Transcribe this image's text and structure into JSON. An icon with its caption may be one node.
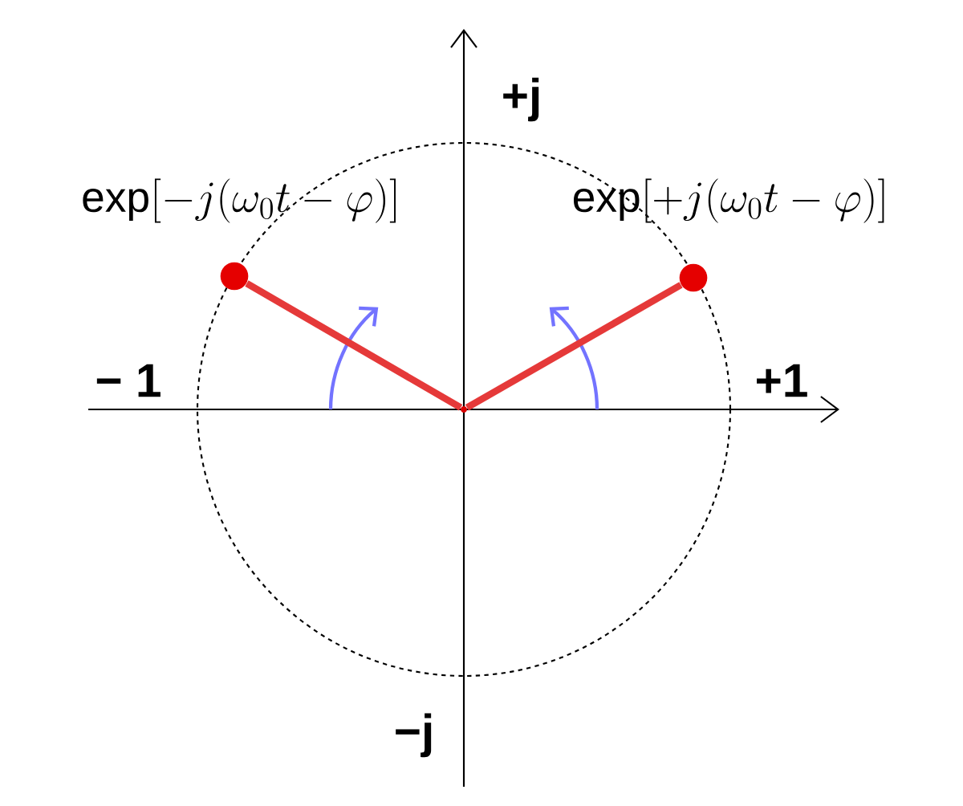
{
  "diagram": {
    "nodes": [
      {
        "text": [],
        "shape": "point"
      },
      {
        "text": [],
        "shape": "circle",
        "beside": [
          "\\exp[-j(\\omega_0 t-\\varphi)]"
        ]
      },
      {
        "text": [],
        "shape": "circle",
        "beside": [
          "\\exp[+j(\\omega_0 t-\\varphi)]"
        ]
      }
    ],
    "edges": [
      {
        "from": 0,
        "to": 1,
        "arrow": "none"
      },
      {
        "from": 0,
        "to": 2,
        "arrow": "none"
      }
    ],
    "labels": [
      "+j",
      "− 1",
      "+1",
      "−j"
    ]
  }
}
